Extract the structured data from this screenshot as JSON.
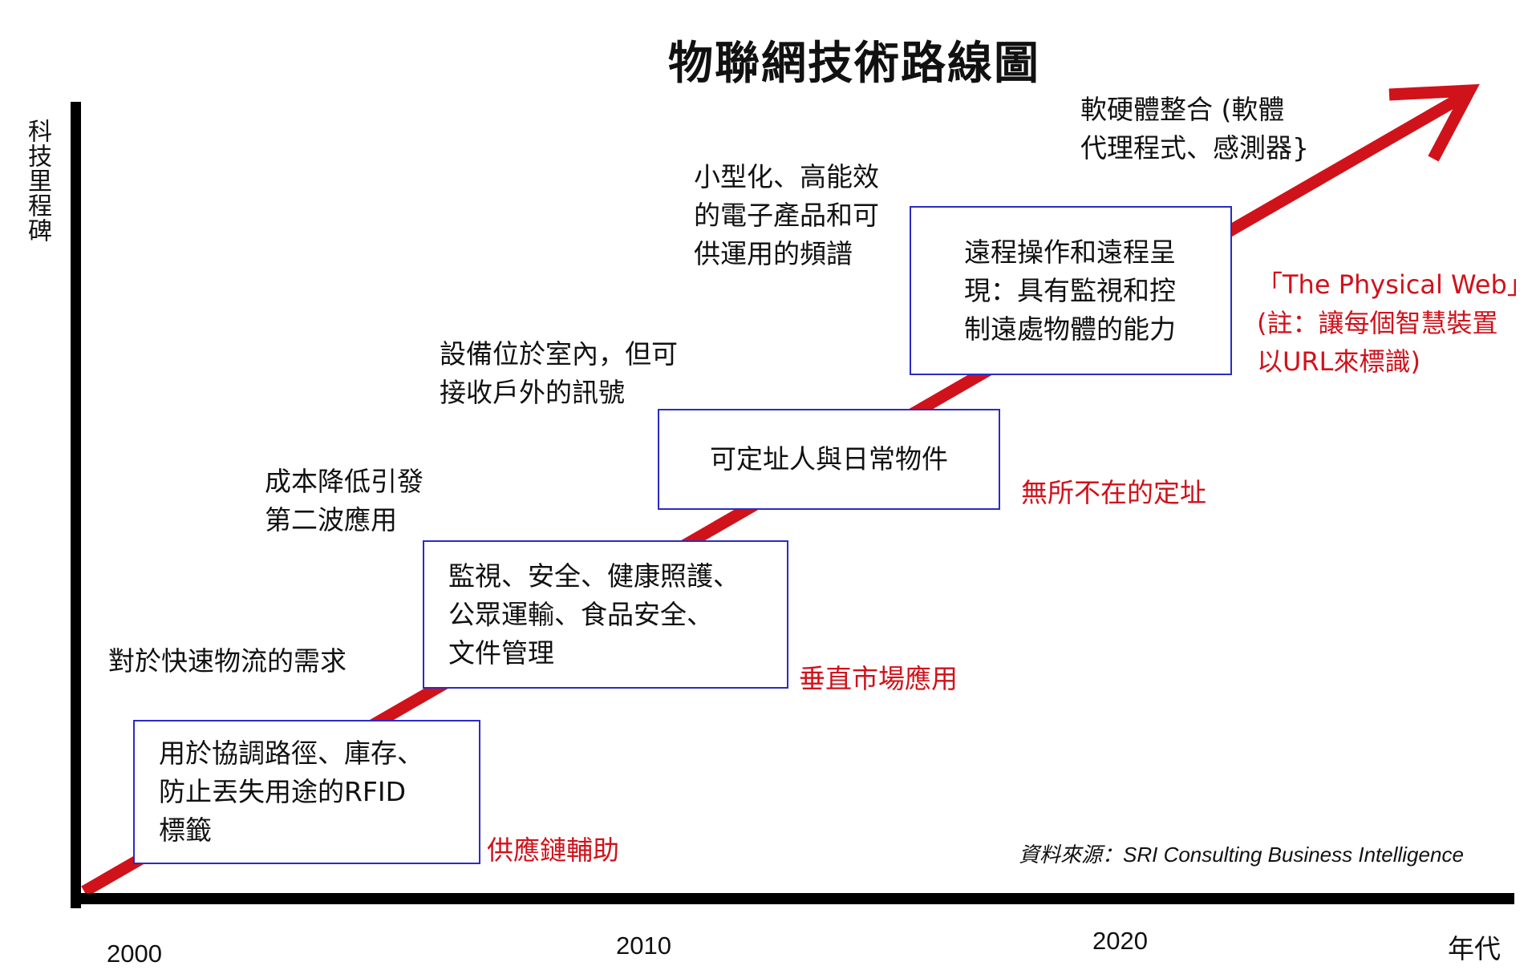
{
  "title": "物聯網技術路線圖",
  "y_axis_label": "科技里程碑",
  "x_axis": {
    "label": "年代",
    "ticks": [
      "2000",
      "2010",
      "2020"
    ]
  },
  "milestones": [
    {
      "box": "用於協調路徑、庫存、\n防止丟失用途的RFID\n標籤",
      "phase": "供應鏈輔助",
      "driver": "對於快速物流的需求"
    },
    {
      "box": "監視、安全、健康照護、\n公眾運輸、食品安全、\n文件管理",
      "phase": "垂直市場應用",
      "driver": "成本降低引發\n第二波應用"
    },
    {
      "box": "可定址人與日常物件",
      "phase": "無所不在的定址",
      "driver": "設備位於室內，但可\n接收戶外的訊號"
    },
    {
      "box": "遠程操作和遠程呈\n現：具有監視和控\n制遠處物體的能力",
      "phase": "「The Physical Web」\n(註：讓每個智慧裝置\n以URL來標識)",
      "driver": "小型化、高能效\n的電子產品和可\n供運用的頻譜"
    }
  ],
  "future_label": "軟硬體整合 (軟體\n代理程式、感測器}",
  "source": "資料來源：SRI Consulting Business Intelligence",
  "colors": {
    "arrow": "#d0121b",
    "box_border": "#2b2bc4",
    "phase_text": "#d0121b"
  }
}
